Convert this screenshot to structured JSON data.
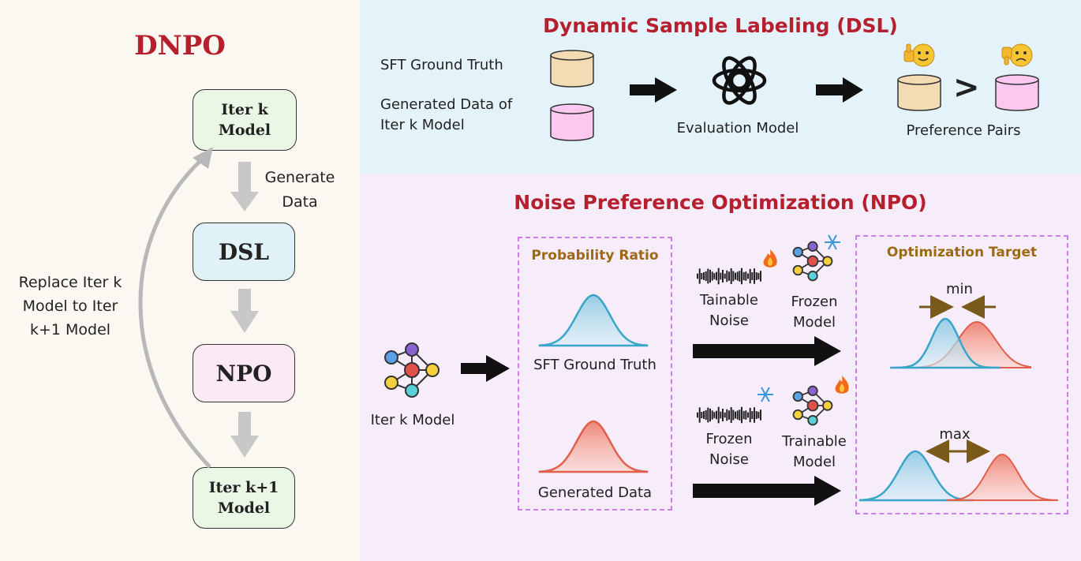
{
  "flow": {
    "title": "DNPO",
    "steps": [
      {
        "label": "Iter k\nModel"
      },
      {
        "label": "DSL"
      },
      {
        "label": "NPO"
      },
      {
        "label": "Iter k+1\nModel"
      }
    ],
    "generate_label": "Generate\nData",
    "replace_label": "Replace Iter k\nModel to Iter\nk+1 Model"
  },
  "dsl": {
    "title": "Dynamic Sample Labeling (DSL)",
    "sft_label": "SFT Ground Truth",
    "generated_label": "Generated Data of\nIter k Model",
    "eval_label": "Evaluation Model",
    "pairs_label": "Preference Pairs",
    "greater_symbol": ">"
  },
  "npo": {
    "title": "Noise Preference Optimization (NPO)",
    "iter_model_label": "Iter k Model",
    "prob_ratio_title": "Probability Ratio",
    "sft_label": "SFT Ground Truth",
    "generated_label": "Generated Data",
    "trainable_noise_label": "Tainable\nNoise",
    "frozen_model_label": "Frozen\nModel",
    "frozen_noise_label": "Frozen\nNoise",
    "trainable_model_label": "Trainable\nModel",
    "opt_target_title": "Optimization Target",
    "min_label": "min",
    "max_label": "max"
  },
  "colors": {
    "title_red": "#b51f2e",
    "blue_curve": "#3aa5c9",
    "red_curve": "#e0604c",
    "tan_cylinder": "#f3dcb4",
    "pink_cylinder": "#fbc8f0",
    "arrow_brown": "#7a5a1a"
  },
  "icons": [
    "cylinder-icon",
    "openai-logo-icon",
    "thumbs-up-emoji-icon",
    "thumbs-down-emoji-icon",
    "neural-network-icon",
    "fire-icon",
    "snowflake-icon",
    "waveform-icon"
  ]
}
